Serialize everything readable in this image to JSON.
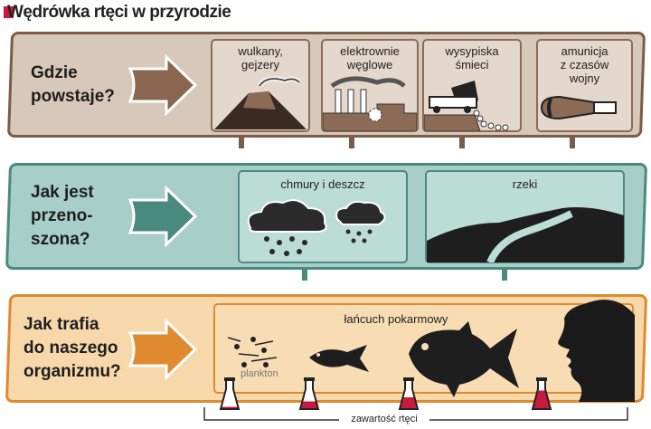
{
  "title": "Wędrówka rtęci w przyrodzie",
  "colors": {
    "accent": "#c8193f",
    "brown": "#7b5c47",
    "teal": "#4a8a7f",
    "orange": "#e08a30",
    "mercury": "#c8193f"
  },
  "sections": [
    {
      "question_lines": [
        "Gdzie",
        "powstaje?"
      ],
      "items": [
        {
          "label_lines": [
            "wulkany,",
            "gejzery"
          ],
          "icon": "volcano-icon"
        },
        {
          "label_lines": [
            "elektrownie",
            "węglowe"
          ],
          "icon": "power-plant-icon"
        },
        {
          "label_lines": [
            "wysypiska",
            "śmieci"
          ],
          "icon": "dump-truck-icon"
        },
        {
          "label_lines": [
            "amunicja",
            "z czasów",
            "wojny"
          ],
          "icon": "bomb-icon"
        }
      ]
    },
    {
      "question_lines": [
        "Jak jest",
        "przeno-",
        "szona?"
      ],
      "items": [
        {
          "label": "chmury i deszcz",
          "icon": "rain-cloud-icon"
        },
        {
          "label": "rzeki",
          "icon": "river-icon"
        }
      ]
    },
    {
      "question_lines": [
        "Jak trafia",
        "do naszego",
        "organizmu?"
      ],
      "food_chain_label": "łańcuch pokarmowy",
      "plankton_label": "plankton",
      "mercury_content_label": "zawartość rtęci",
      "mercury_levels": [
        0.15,
        0.35,
        0.5,
        0.75
      ]
    }
  ]
}
